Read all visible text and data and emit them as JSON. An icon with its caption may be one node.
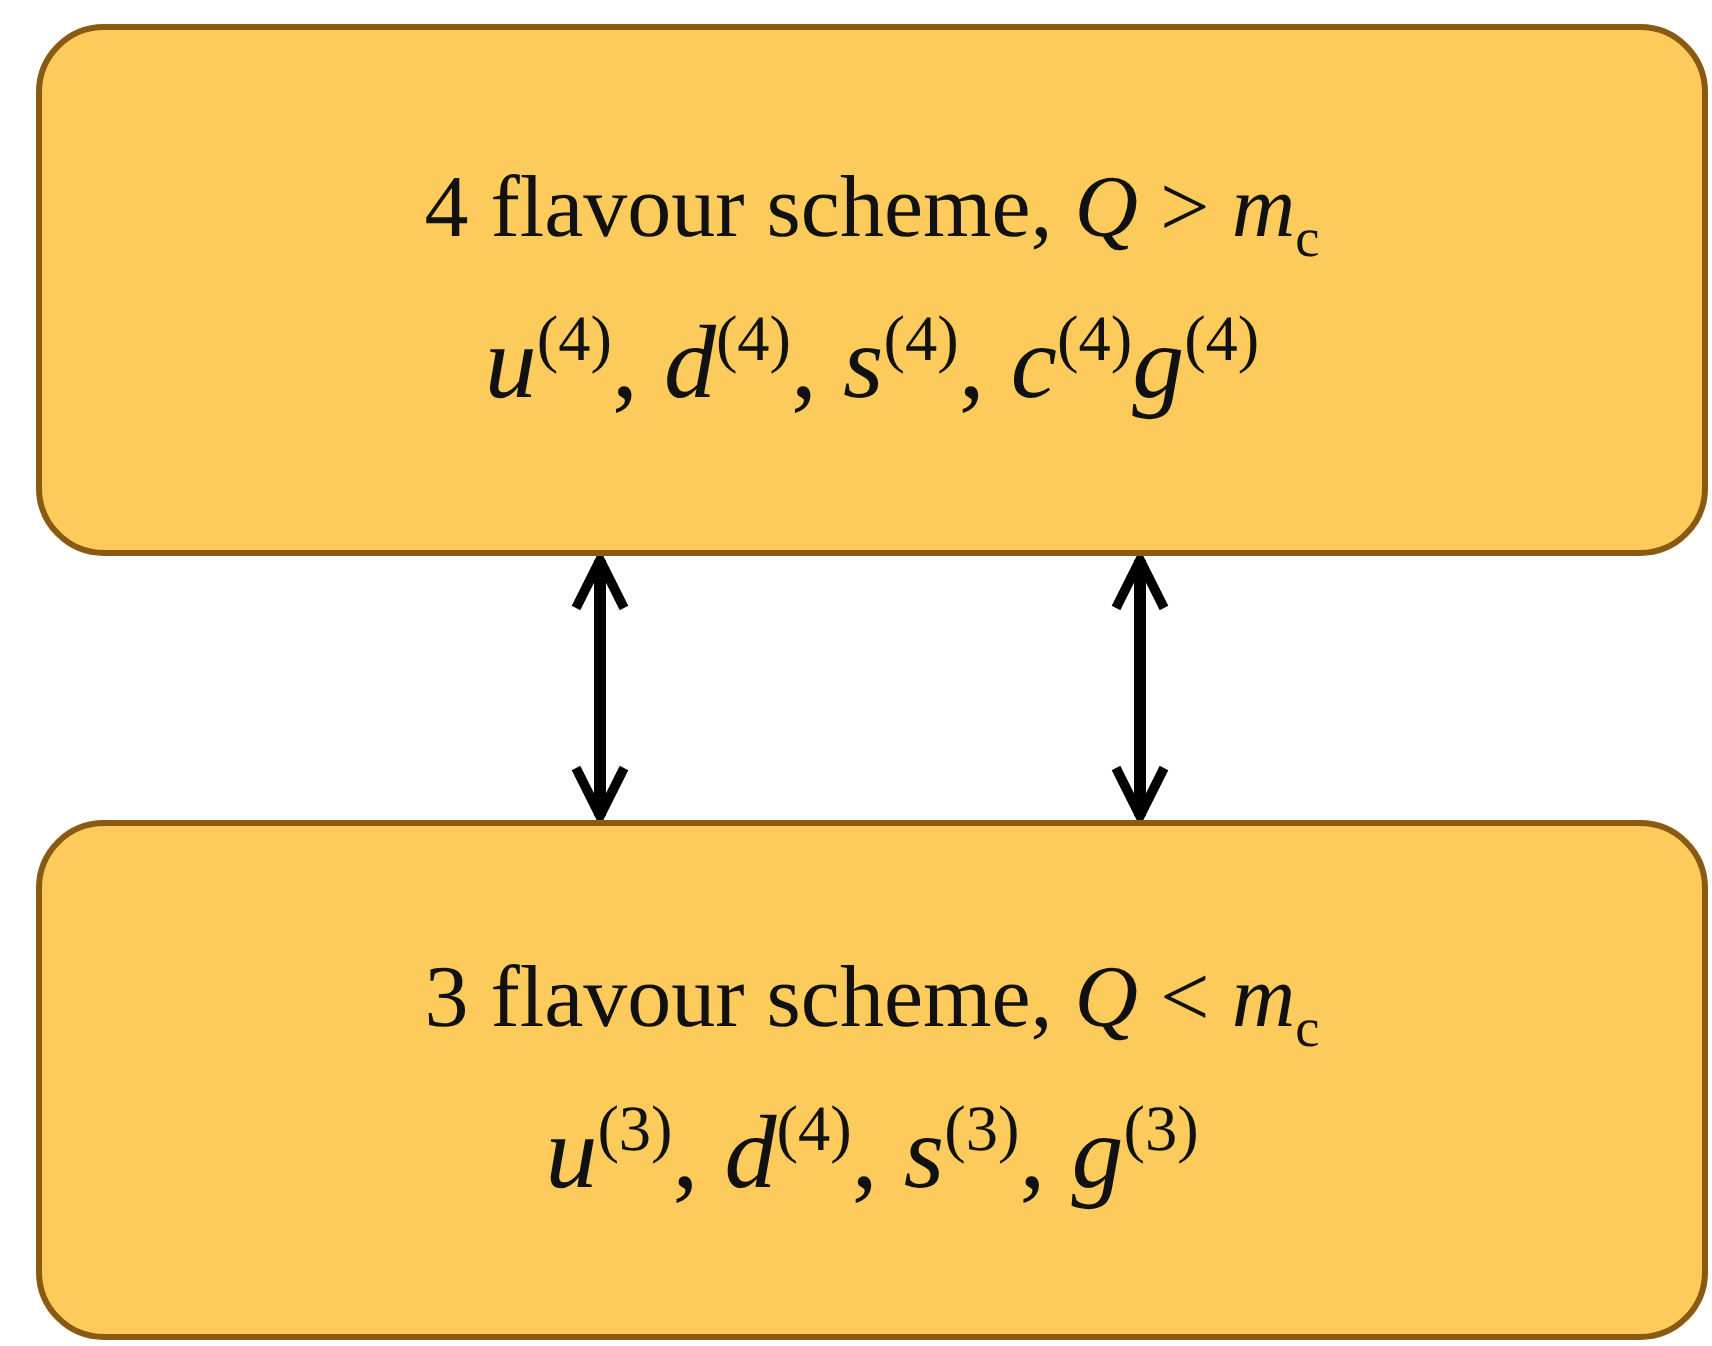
{
  "diagram": {
    "nodes": [
      {
        "text": [
          "4 flavour scheme, *Q* > *m*$_{c}$",
          "*u*$^{(4)}$, *d*$^{(4)}$, *s*$^{(4)}$, *c*$^{(4)}$*g*$^{(4)}$"
        ]
      },
      {
        "text": [
          "3 flavour scheme, *Q* < *m*$_{c}$",
          "*u*$^{(3)}$, *d*$^{(4)}$, *s*$^{(3)}$, *g*$^{(3)}$"
        ]
      }
    ],
    "edges": [
      {
        "from": 0,
        "to": 1,
        "arrow": "both"
      },
      {
        "from": 0,
        "to": 1,
        "arrow": "both"
      }
    ]
  }
}
